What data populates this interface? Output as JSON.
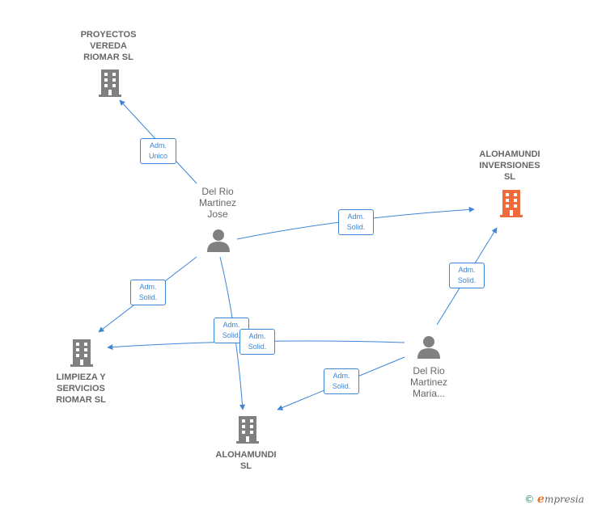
{
  "colors": {
    "edge": "#3d85d6",
    "company_icon": "#808080",
    "person_icon": "#808080",
    "highlight_icon": "#f06a3c"
  },
  "nodes": {
    "proyectos": {
      "label": "PROYECTOS\nVEREDA\nRIOMAR  SL",
      "icon": "building-icon"
    },
    "alohamundi_inv": {
      "label": "ALOHAMUNDI\nINVERSIONES\nSL",
      "icon": "building-icon"
    },
    "jose": {
      "label": "Del Rio\nMartinez\nJose",
      "icon": "person-icon"
    },
    "limpieza": {
      "label": "LIMPIEZA Y\nSERVICIOS\nRIOMAR  SL",
      "icon": "building-icon"
    },
    "maria": {
      "label": "Del Rio\nMartinez\nMaria...",
      "icon": "person-icon"
    },
    "alohamundi": {
      "label": "ALOHAMUNDI\nSL",
      "icon": "building-icon"
    }
  },
  "edges": [
    {
      "label": "Adm.\nUnico"
    },
    {
      "label": "Adm.\nSolid."
    },
    {
      "label": "Adm.\nSolid."
    },
    {
      "label": "Adm.\nSolid."
    },
    {
      "label": "Adm.\nSolid."
    },
    {
      "label": "Adm.\nSolid."
    },
    {
      "label": "Adm.\nSolid."
    }
  ],
  "brand": {
    "copyright": "©",
    "e": "e",
    "name": "mpresia"
  }
}
